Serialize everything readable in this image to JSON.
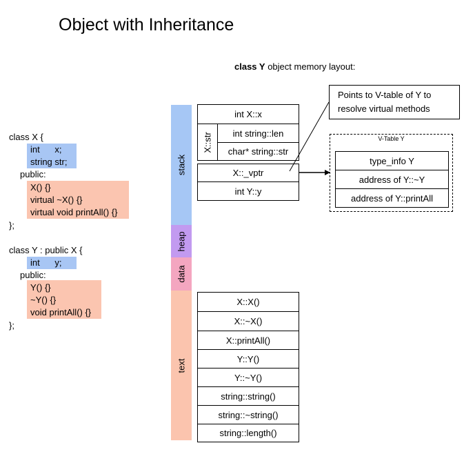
{
  "title": "Object with Inheritance",
  "caption": {
    "class_part": "class Y",
    "rest": " object memory layout:"
  },
  "classX": {
    "header": "class X {",
    "members": [
      "int      x;",
      "string str;"
    ],
    "access": "public:",
    "methods": [
      "X() {}",
      "virtual ~X() {}",
      "virtual void printAll() {}"
    ],
    "close": "};"
  },
  "classY": {
    "header": "class Y : public X {",
    "members": [
      "int      y;"
    ],
    "access": "public:",
    "methods": [
      "Y() {}",
      "~Y() {}",
      "void printAll() {}"
    ],
    "close": "};"
  },
  "segments": {
    "stack": "stack",
    "heap": "heap",
    "data": "data",
    "text": "text"
  },
  "object": {
    "x": "int X::x",
    "str_label": "X::str",
    "len": "int string::len",
    "ptr": "char* string::str",
    "vptr": "X::_vptr",
    "y": "int Y::y"
  },
  "text_segment": [
    "X::X()",
    "X::~X()",
    "X::printAll()",
    "Y::Y()",
    "Y::~Y()",
    "string::string()",
    "string::~string()",
    "string::length()"
  ],
  "callout": {
    "line1": "Points to V-table of Y to",
    "line2": "resolve virtual methods"
  },
  "vtable": {
    "label": "V-Table Y",
    "rows": [
      "type_info Y",
      "address of Y::~Y",
      "address of Y::printAll"
    ]
  }
}
